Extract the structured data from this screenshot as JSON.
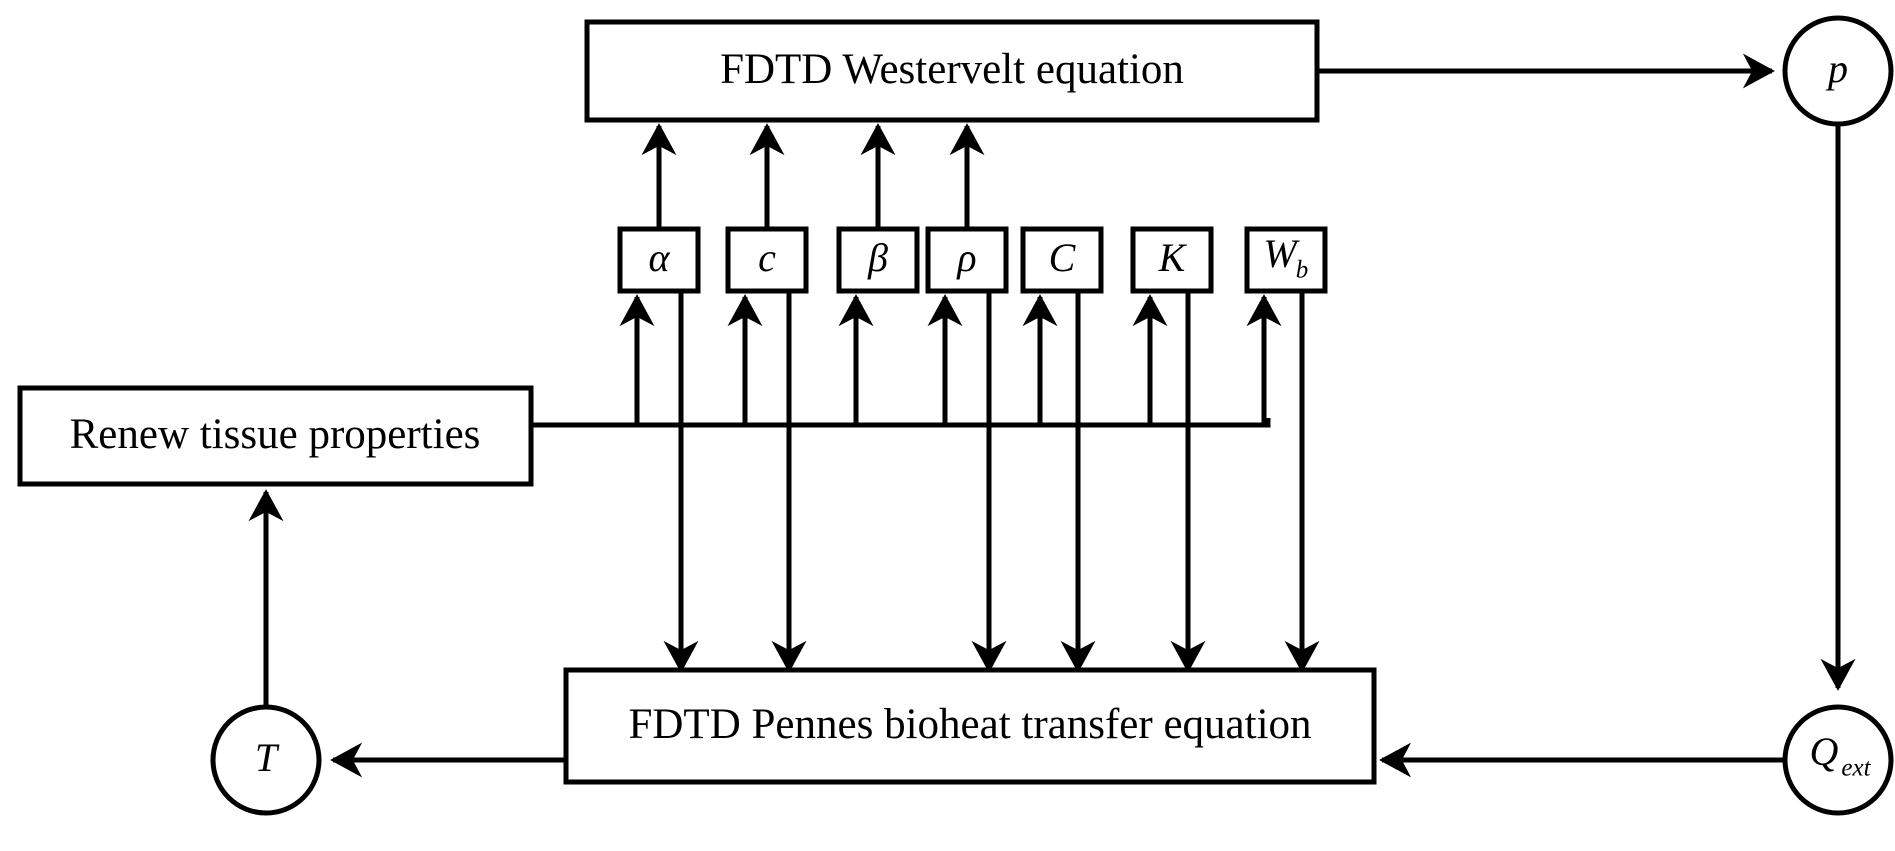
{
  "diagram": {
    "title": "FDTD Westervelt and Pennes bioheat transfer coupling flowchart",
    "background_color": "#ffffff",
    "line_color": "#000000",
    "nodes": {
      "westervelt_box": {
        "label": "FDTD  Westervelt equation",
        "shape": "rectangle"
      },
      "pennes_box": {
        "label": "FDTD Pennes bioheat transfer equation",
        "shape": "rectangle"
      },
      "renew_box": {
        "label": "Renew tissue properties",
        "shape": "rectangle"
      },
      "pressure_circle": {
        "label": "p",
        "shape": "circle"
      },
      "temperature_circle": {
        "label": "T",
        "shape": "circle"
      },
      "qext_circle": {
        "label": "Q",
        "subscript": "ext",
        "shape": "circle"
      }
    },
    "parameters": [
      {
        "id": "alpha",
        "label": "α",
        "subscript": "",
        "name": "attenuation-coefficient",
        "feeds_westervelt": true
      },
      {
        "id": "c",
        "label": "c",
        "subscript": "",
        "name": "sound-speed",
        "feeds_westervelt": true
      },
      {
        "id": "beta",
        "label": "β",
        "subscript": "",
        "name": "nonlinearity-coefficient",
        "feeds_westervelt": true
      },
      {
        "id": "rho",
        "label": "ρ",
        "subscript": "",
        "name": "density",
        "feeds_westervelt": true
      },
      {
        "id": "C",
        "label": "C",
        "subscript": "",
        "name": "specific-heat",
        "feeds_westervelt": false
      },
      {
        "id": "K",
        "label": "K",
        "subscript": "",
        "name": "thermal-conductivity",
        "feeds_westervelt": false
      },
      {
        "id": "Wb",
        "label": "W",
        "subscript": "b",
        "name": "blood-perfusion-rate",
        "feeds_westervelt": false
      }
    ],
    "edges": [
      {
        "from": "westervelt_box",
        "to": "pressure_circle",
        "name": "edge-westervelt-to-pressure"
      },
      {
        "from": "pressure_circle",
        "to": "qext_circle",
        "name": "edge-pressure-to-qext"
      },
      {
        "from": "qext_circle",
        "to": "pennes_box",
        "name": "edge-qext-to-pennes"
      },
      {
        "from": "pennes_box",
        "to": "temperature_circle",
        "name": "edge-pennes-to-temperature"
      },
      {
        "from": "temperature_circle",
        "to": "renew_box",
        "name": "edge-temperature-to-renew"
      },
      {
        "from": "renew_box",
        "to": "parameters",
        "name": "edge-renew-to-parameters"
      },
      {
        "from": "parameters",
        "to": "westervelt_box",
        "name": "edge-parameters-to-westervelt"
      },
      {
        "from": "parameters",
        "to": "pennes_box",
        "name": "edge-parameters-to-pennes"
      }
    ]
  }
}
